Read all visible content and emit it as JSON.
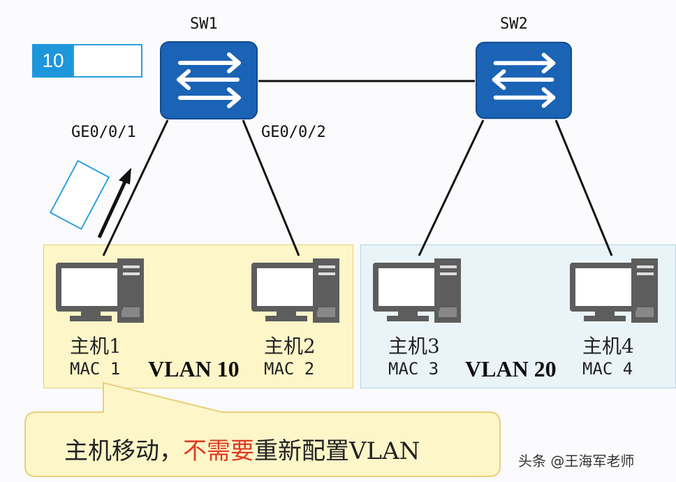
{
  "switches": {
    "sw1": {
      "label": "SW1",
      "icon": "switch-icon"
    },
    "sw2": {
      "label": "SW2",
      "icon": "switch-icon"
    }
  },
  "ports": {
    "ge001": "GE0/0/1",
    "ge002": "GE0/0/2"
  },
  "vlan_tag": {
    "value": "10"
  },
  "zones": {
    "vlan10": {
      "label": "VLAN 10",
      "color": "#fdf6c8"
    },
    "vlan20": {
      "label": "VLAN 20",
      "color": "#eaf4f8"
    }
  },
  "hosts": [
    {
      "name": "主机1",
      "mac": "MAC 1"
    },
    {
      "name": "主机2",
      "mac": "MAC 2"
    },
    {
      "name": "主机3",
      "mac": "MAC 3"
    },
    {
      "name": "主机4",
      "mac": "MAC 4"
    }
  ],
  "callout": {
    "part1": "主机移动，",
    "part2_highlight": "不需要",
    "part3": "重新配置VLAN",
    "highlight_color": "#e03b24"
  },
  "watermark": "头条 @王海军老师"
}
